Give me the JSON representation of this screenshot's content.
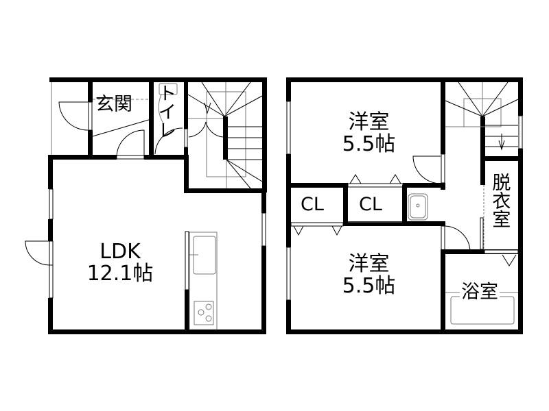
{
  "floor_plan": {
    "floor1": {
      "rooms": [
        {
          "id": "genkan",
          "label": "玄関"
        },
        {
          "id": "toilet",
          "label": "トイレ"
        },
        {
          "id": "ldk",
          "label": "LDK",
          "size": "12.1帖"
        }
      ]
    },
    "floor2": {
      "rooms": [
        {
          "id": "western_room_1",
          "label": "洋室",
          "size": "5.5帖"
        },
        {
          "id": "closet_1",
          "label": "CL"
        },
        {
          "id": "closet_2",
          "label": "CL"
        },
        {
          "id": "dressing_room",
          "label": "脱衣室"
        },
        {
          "id": "western_room_2",
          "label": "洋室",
          "size": "5.5帖"
        },
        {
          "id": "bathroom",
          "label": "浴室"
        }
      ]
    },
    "colors": {
      "wall": "#000000",
      "background": "#ffffff",
      "fixture_line": "#777777"
    }
  }
}
